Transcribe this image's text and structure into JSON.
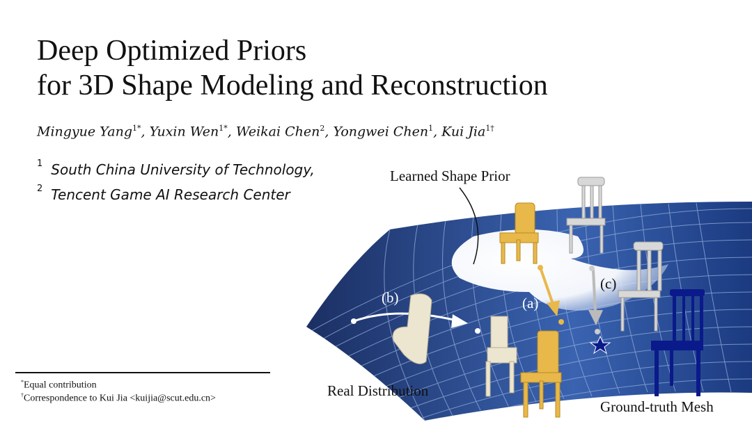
{
  "title": {
    "line1": "Deep Optimized Priors",
    "line2": "for 3D Shape Modeling and Reconstruction"
  },
  "authors": [
    {
      "name": "Mingyue Yang",
      "mark": "1*"
    },
    {
      "name": "Yuxin Wen",
      "mark": "1*"
    },
    {
      "name": "Weikai Chen",
      "mark": "2"
    },
    {
      "name": "Yongwei Chen",
      "mark": "1"
    },
    {
      "name": "Kui Jia",
      "mark": "1†"
    }
  ],
  "affiliations": [
    {
      "num": "1",
      "name": "South China University of Technology,"
    },
    {
      "num": "2",
      "name": "Tencent Game AI Research Center"
    }
  ],
  "footnotes": [
    {
      "mark": "*",
      "text": "Equal contribution"
    },
    {
      "mark": "†",
      "text": "Correspondence to Kui Jia <kuijia@scut.edu.cn>"
    }
  ],
  "figure": {
    "learned_prior": "Learned Shape Prior",
    "label_a": "(a)",
    "label_b": "(b)",
    "label_c": "(c)",
    "real_distribution": "Real Distribution",
    "ground_truth": "Ground-truth Mesh",
    "colors": {
      "surface": "#1f3d7a",
      "grid": "#8fa9d8",
      "gold": "#e8b84a",
      "gt": "#0a1a8a",
      "gray": "#d8d8d8"
    }
  }
}
